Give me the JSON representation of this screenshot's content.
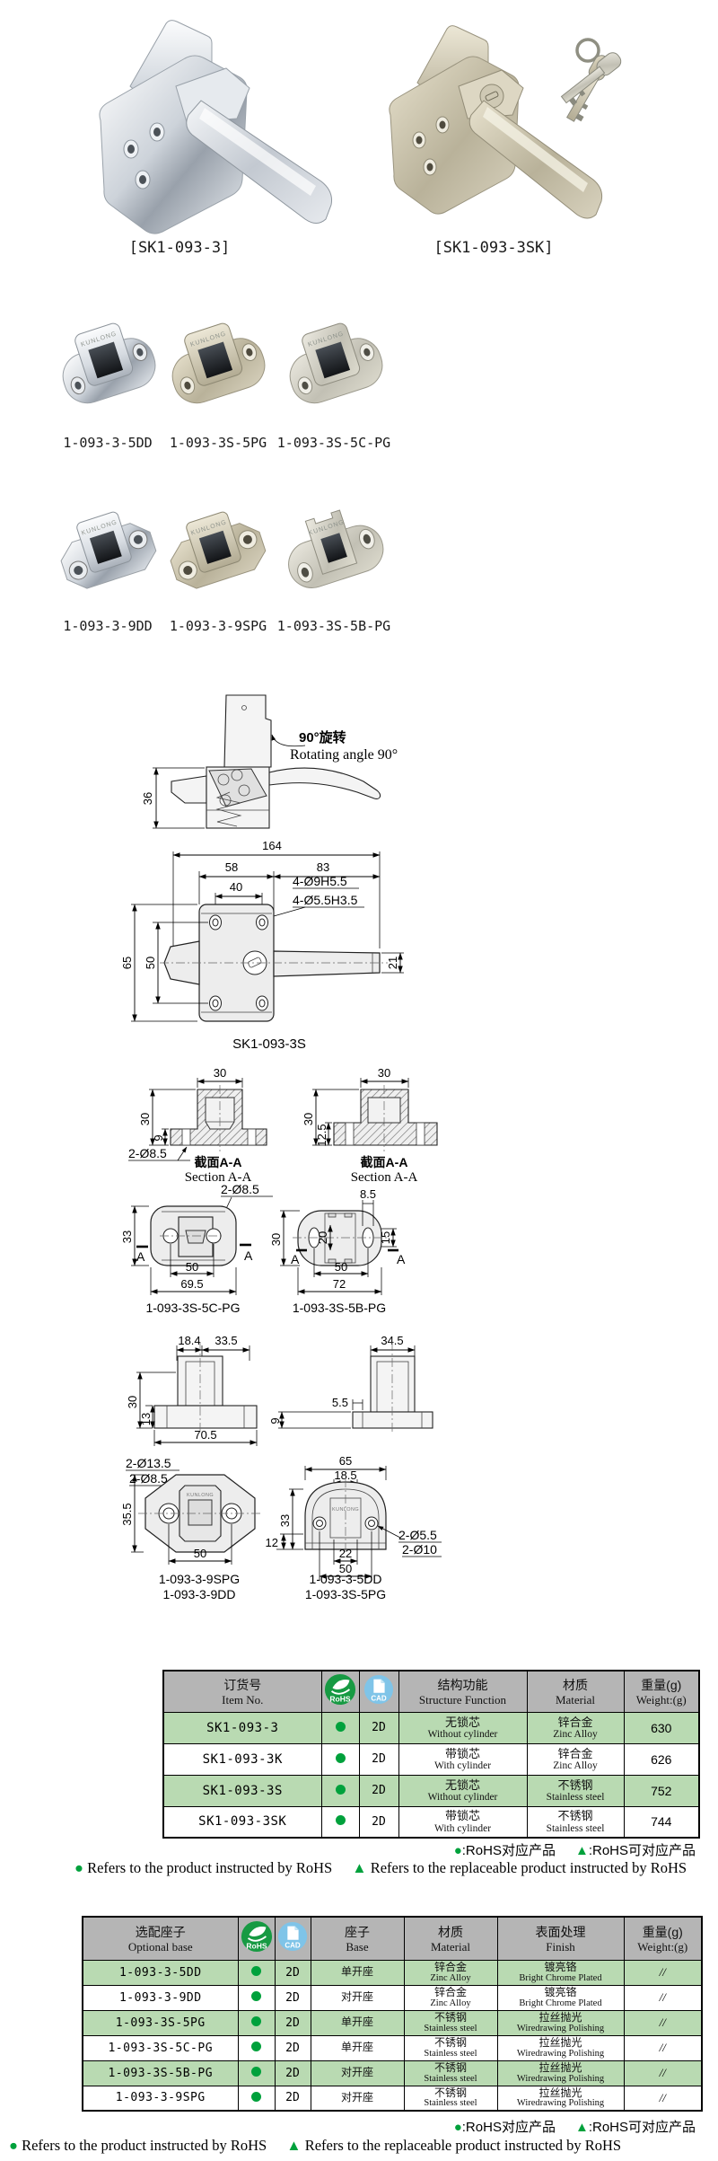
{
  "brand": "KUNLONG",
  "products": {
    "p1": {
      "label": "[SK1-093-3]"
    },
    "p2": {
      "label": "[SK1-093-3SK]"
    }
  },
  "bases": {
    "b1": "1-093-3-5DD",
    "b2": "1-093-3S-5PG",
    "b3": "1-093-3S-5C-PG",
    "b4": "1-093-3-9DD",
    "b5": "1-093-3-9SPG",
    "b6": "1-093-3S-5B-PG"
  },
  "drawing": {
    "rotate_cn": "90°旋转",
    "rotate_en": "Rotating angle 90°",
    "side": {
      "h36": "36"
    },
    "top": {
      "d164": "164",
      "d58": "58",
      "d83": "83",
      "d40": "40",
      "c1": "4-Ø9H5.5",
      "c2": "4-Ø5.5H3.5",
      "d65": "65",
      "d50": "50",
      "d21": "21",
      "label": "SK1-093-3S"
    },
    "section_cn": "截面A-A",
    "section_en": "Section A-A",
    "sec1": {
      "top30": "30",
      "h30": "30",
      "h9": "9",
      "holes": "2-Ø8.5"
    },
    "sec2": {
      "top30": "30",
      "h30": "30",
      "h125": "12.5"
    },
    "d1": {
      "h33": "33",
      "holes": "2-Ø8.5",
      "w50": "50",
      "w695": "69.5",
      "label": "1-093-3S-5C-PG",
      "mark": "A"
    },
    "d2": {
      "h30": "30",
      "d20": "20",
      "d85": "8.5",
      "d15": "15",
      "w50": "50",
      "w72": "72",
      "label": "1-093-3S-5B-PG",
      "mark": "A"
    },
    "e1": {
      "d184": "18.4",
      "d335": "33.5",
      "h30": "30",
      "h13": "13",
      "w705": "70.5"
    },
    "e2": {
      "d345": "34.5",
      "d55": "5.5",
      "h9": "9"
    },
    "f1": {
      "c1": "2-Ø13.5",
      "c2": "2-Ø8.5",
      "h355": "35.5",
      "w50": "50",
      "label1": "1-093-3-9SPG",
      "label2": "1-093-3-9DD"
    },
    "f2": {
      "d65": "65",
      "d185": "18.5",
      "h33": "33",
      "d12": "12",
      "w22": "22",
      "w50": "50",
      "c1": "2-Ø5.5",
      "c2": "2-Ø10",
      "label1": "1-093-3-5DD",
      "label2": "1-093-3S-5PG"
    }
  },
  "icons": {
    "rohs": "RoHS",
    "cad": "CAD"
  },
  "table1": {
    "h": {
      "item_cn": "订货号",
      "item_en": "Item No.",
      "func_cn": "结构功能",
      "func_en": "Structure Function",
      "mat_cn": "材质",
      "mat_en": "Material",
      "wt_cn": "重量(g)",
      "wt_en": "Weight:(g)"
    },
    "rows": [
      {
        "item": "SK1-093-3",
        "cad": "2D",
        "func_cn": "无锁芯",
        "func_en": "Without cylinder",
        "mat_cn": "锌合金",
        "mat_en": "Zinc Alloy",
        "wt": "630"
      },
      {
        "item": "SK1-093-3K",
        "cad": "2D",
        "func_cn": "带锁芯",
        "func_en": "With cylinder",
        "mat_cn": "锌合金",
        "mat_en": "Zinc Alloy",
        "wt": "626"
      },
      {
        "item": "SK1-093-3S",
        "cad": "2D",
        "func_cn": "无锁芯",
        "func_en": "Without cylinder",
        "mat_cn": "不锈钢",
        "mat_en": "Stainless steel",
        "wt": "752"
      },
      {
        "item": "SK1-093-3SK",
        "cad": "2D",
        "func_cn": "带锁芯",
        "func_en": "With cylinder",
        "mat_cn": "不锈钢",
        "mat_en": "Stainless steel",
        "wt": "744"
      }
    ]
  },
  "table2": {
    "h": {
      "item_cn": "选配座子",
      "item_en": "Optional base",
      "seat_cn": "座子",
      "seat_en": "Base",
      "mat_cn": "材质",
      "mat_en": "Material",
      "fin_cn": "表面处理",
      "fin_en": "Finish",
      "wt_cn": "重量(g)",
      "wt_en": "Weight:(g)"
    },
    "rows": [
      {
        "item": "1-093-3-5DD",
        "cad": "2D",
        "seat": "单开座",
        "mat_cn": "锌合金",
        "mat_en": "Zinc Alloy",
        "fin_cn": "镀亮铬",
        "fin_en": "Bright Chrome Plated",
        "wt": "//"
      },
      {
        "item": "1-093-3-9DD",
        "cad": "2D",
        "seat": "对开座",
        "mat_cn": "锌合金",
        "mat_en": "Zinc Alloy",
        "fin_cn": "镀亮铬",
        "fin_en": "Bright Chrome Plated",
        "wt": "//"
      },
      {
        "item": "1-093-3S-5PG",
        "cad": "2D",
        "seat": "单开座",
        "mat_cn": "不锈钢",
        "mat_en": "Stainless steel",
        "fin_cn": "拉丝抛光",
        "fin_en": "Wiredrawing Polishing",
        "wt": "//"
      },
      {
        "item": "1-093-3S-5C-PG",
        "cad": "2D",
        "seat": "单开座",
        "mat_cn": "不锈钢",
        "mat_en": "Stainless steel",
        "fin_cn": "拉丝抛光",
        "fin_en": "Wiredrawing Polishing",
        "wt": "//"
      },
      {
        "item": "1-093-3S-5B-PG",
        "cad": "2D",
        "seat": "对开座",
        "mat_cn": "不锈钢",
        "mat_en": "Stainless steel",
        "fin_cn": "拉丝抛光",
        "fin_en": "Wiredrawing Polishing",
        "wt": "//"
      },
      {
        "item": "1-093-3-9SPG",
        "cad": "2D",
        "seat": "对开座",
        "mat_cn": "不锈钢",
        "mat_en": "Stainless steel",
        "fin_cn": "拉丝抛光",
        "fin_en": "Wiredrawing Polishing",
        "wt": "//"
      }
    ]
  },
  "fn": {
    "sym_dot": "●",
    "sym_tri": "▲",
    "cn_dot": ":RoHS对应产品",
    "cn_tri": ":RoHS可对应产品",
    "en_dot": "Refers to the product instructed by RoHS",
    "en_tri": "Refers to the replaceable product instructed by RoHS"
  },
  "colors": {
    "row_green": "#b9dab2",
    "header_gray": "#b5b5b5",
    "rohs_green": "#179a43",
    "dot_green": "#00a13c",
    "cad_blue": "#7fc4e8"
  }
}
